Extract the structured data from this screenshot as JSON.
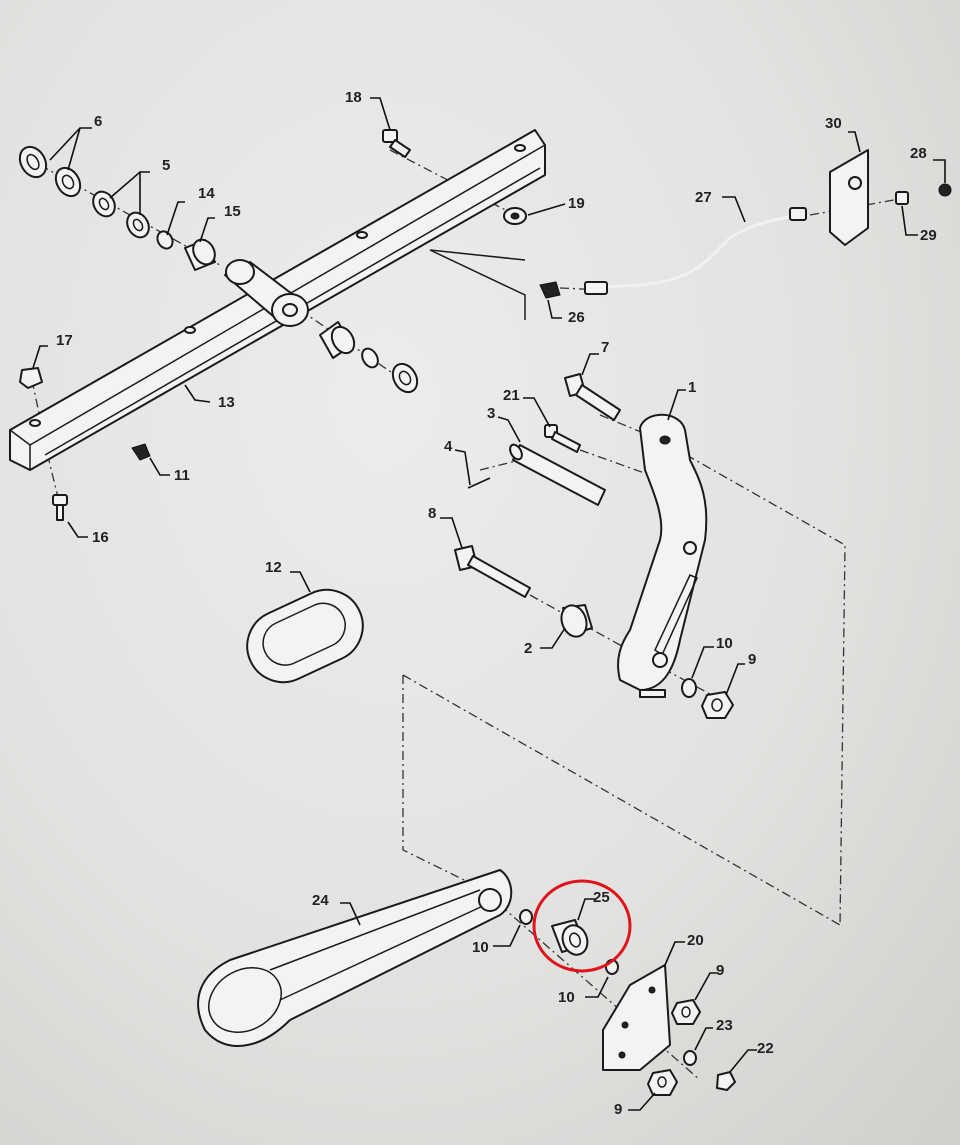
{
  "callouts": {
    "p1": "1",
    "p2": "2",
    "p3": "3",
    "p4": "4",
    "p5": "5",
    "p6": "6",
    "p7": "7",
    "p8": "8",
    "p9a": "9",
    "p9b": "9",
    "p9c": "9",
    "p10a": "10",
    "p10b": "10",
    "p10c": "10",
    "p11": "11",
    "p12": "12",
    "p13": "13",
    "p14": "14",
    "p15": "15",
    "p16": "16",
    "p17": "17",
    "p18": "18",
    "p19": "19",
    "p20": "20",
    "p21": "21",
    "p22": "22",
    "p23": "23",
    "p24": "24",
    "p25": "25",
    "p26": "26",
    "p27": "27",
    "p28": "28",
    "p29": "29",
    "p30": "30"
  },
  "colors": {
    "highlight": "#e0121b",
    "line": "#1a1a1a",
    "paper": "#e6e6e4"
  }
}
